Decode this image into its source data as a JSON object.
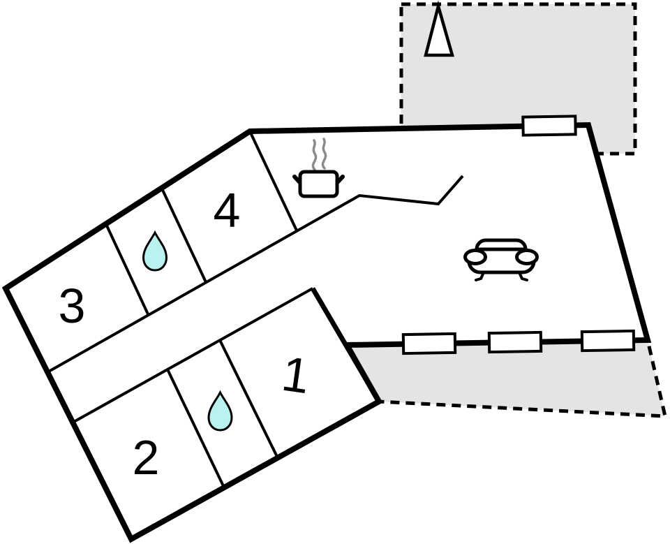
{
  "diagram": {
    "type": "floor-plan",
    "rooms": [
      {
        "label": "1"
      },
      {
        "label": "2"
      },
      {
        "label": "3"
      },
      {
        "label": "4"
      }
    ],
    "symbols": [
      {
        "name": "water-drop-icon",
        "count": 2
      },
      {
        "name": "cooking-pot-icon",
        "count": 1
      },
      {
        "name": "sofa-icon",
        "count": 1
      },
      {
        "name": "tree-cone-icon",
        "count": 1
      },
      {
        "name": "window",
        "count": 4
      },
      {
        "name": "terrace-dashed-area",
        "count": 2
      }
    ]
  },
  "colors": {
    "background": "#ffffff",
    "wall": "#000000",
    "terrace_fill": "#e4e4e4",
    "window_fill": "#ffffff",
    "water_drop": "#b9f2ee",
    "steam": "#8a8a8a"
  }
}
